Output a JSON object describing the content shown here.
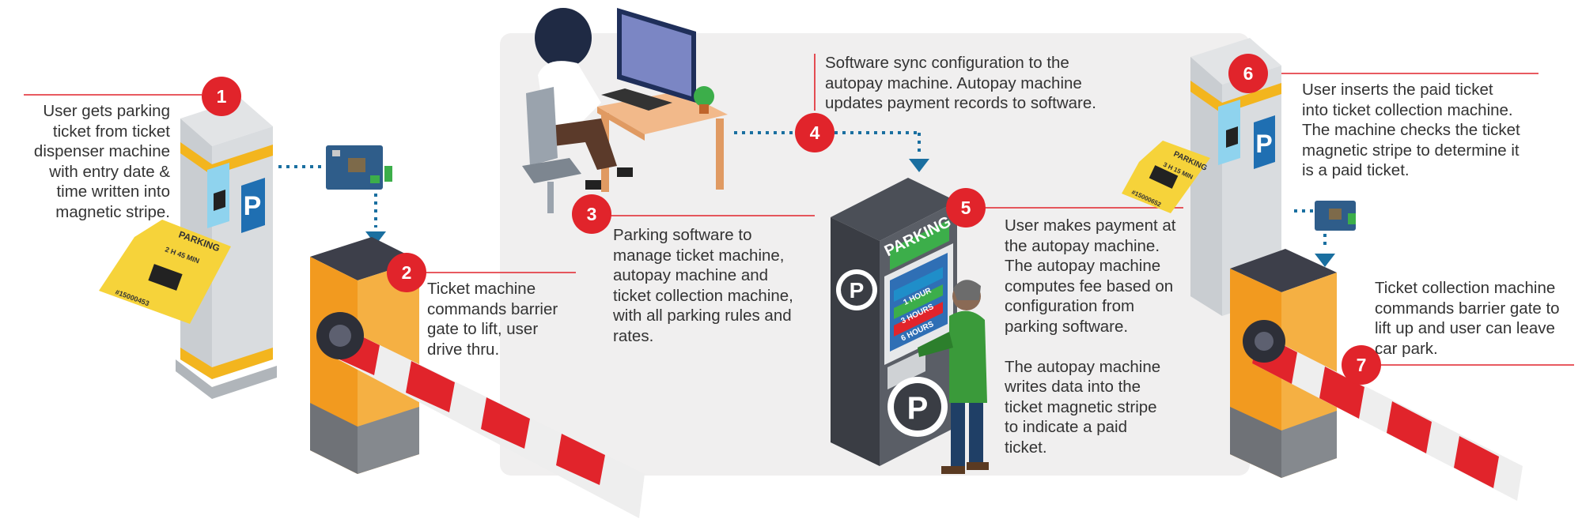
{
  "steps": [
    {
      "number": "1",
      "text": "User gets parking\nticket from ticket\ndispenser machine\nwith entry date &\ntime written into\nmagnetic stripe."
    },
    {
      "number": "2",
      "text": "Ticket machine\ncommands barrier\ngate to lift, user\ndrive thru."
    },
    {
      "number": "3",
      "text": "Parking software to\nmanage ticket machine,\nautopay machine and\nticket collection machine,\nwith all parking rules and\nrates."
    },
    {
      "number": "4",
      "text": "Software sync configuration to the\nautopay machine. Autopay machine\nupdates payment records to software."
    },
    {
      "number": "5",
      "text": "User makes payment at\nthe autopay machine.\nThe autopay machine\ncomputes fee based on\nconfiguration from\nparking software.\n\nThe autopay machine\nwrites data into the\nticket magnetic stripe\nto indicate a paid\nticket."
    },
    {
      "number": "6",
      "text": "User inserts the paid ticket\ninto ticket collection machine.\nThe machine checks the ticket\nmagnetic stripe to determine it\nis a paid ticket."
    },
    {
      "number": "7",
      "text": "Ticket collection machine\ncommands barrier gate to\nlift up and user can leave\ncar park."
    }
  ],
  "illustration": {
    "kiosk_sign": "P",
    "ticket_title": "PARKING",
    "ticket_duration": "2 H 45 MIN",
    "ticket_number": "#15000453",
    "ticket2_duration": "3 H 15 MIN",
    "ticket2_number": "#15000652",
    "autopay_title": "PARKING",
    "autopay_options": [
      "1 HOUR",
      "3 HOURS",
      "6 HOURS"
    ],
    "autopay_sign": "P"
  },
  "colors": {
    "accent_red": "#e1242b",
    "connector_blue": "#1a6fa0",
    "barrier_orange": "#f29a1f",
    "ticket_yellow": "#f6d33a",
    "panel_gray": "#f0efef"
  }
}
